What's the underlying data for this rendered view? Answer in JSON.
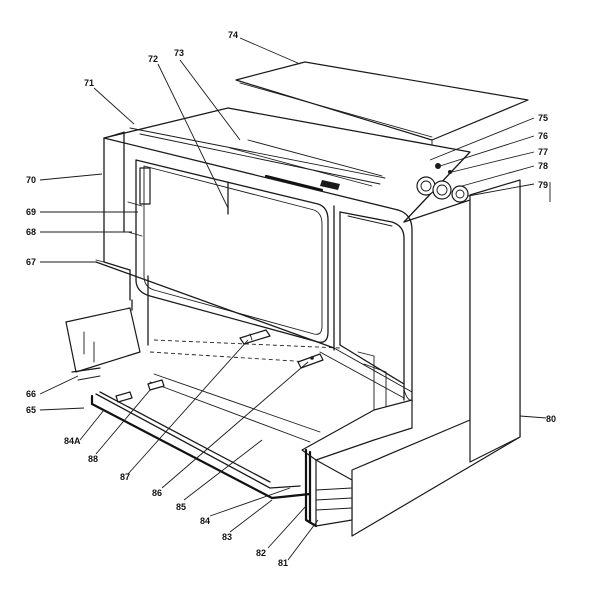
{
  "diagram": {
    "labels": {
      "l74": "74",
      "l73": "73",
      "l72": "72",
      "l71": "71",
      "l70": "70",
      "l69": "69",
      "l68": "68",
      "l67": "67",
      "l66": "66",
      "l65": "65",
      "l84a": "84A",
      "l88": "88",
      "l87": "87",
      "l86": "86",
      "l85": "85",
      "l84": "84",
      "l83": "83",
      "l82": "82",
      "l81": "81",
      "l80": "80",
      "l75": "75",
      "l76": "76",
      "l77": "77",
      "l78": "78",
      "l79": "79"
    }
  }
}
